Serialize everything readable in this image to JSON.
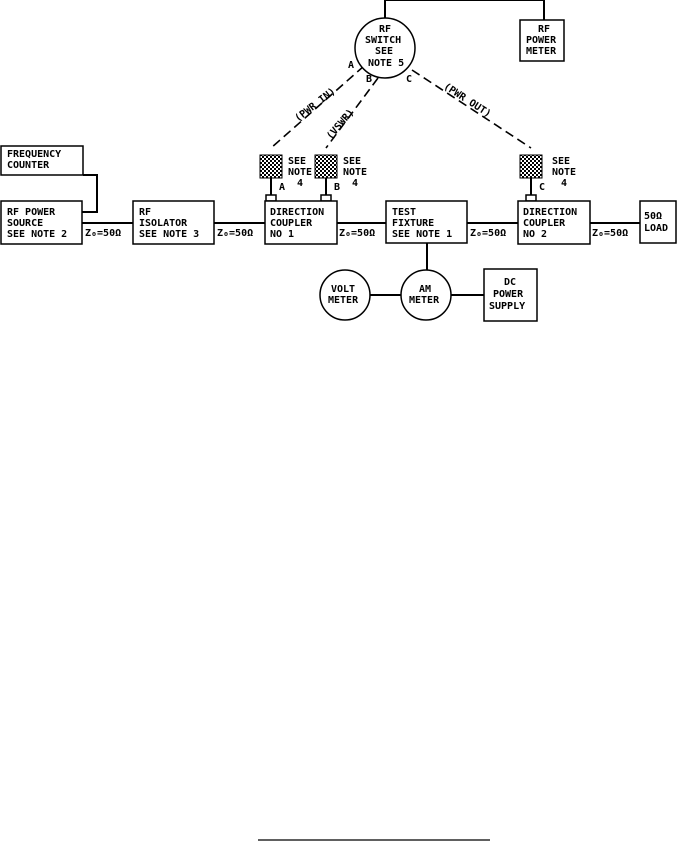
{
  "diagram": {
    "rf_power_source": [
      "RF POWER",
      "SOURCE",
      "SEE NOTE 2"
    ],
    "frequency_counter": [
      "FREQUENCY",
      "COUNTER"
    ],
    "rf_isolator": [
      "RF",
      "ISOLATOR",
      "SEE NOTE 3"
    ],
    "direction_coupler_1": [
      "DIRECTION",
      "COUPLER",
      "NO 1"
    ],
    "test_fixture": [
      "TEST",
      "FIXTURE",
      "SEE NOTE 1"
    ],
    "direction_coupler_2": [
      "DIRECTION",
      "COUPLER",
      "NO 2"
    ],
    "load": [
      "50Ω",
      "LOAD"
    ],
    "rf_switch": [
      "RF",
      "SWITCH",
      "SEE",
      "NOTE 5"
    ],
    "rf_power_meter": [
      "RF",
      "POWER",
      "METER"
    ],
    "volt_meter": [
      "VOLT",
      "METER"
    ],
    "am_meter": [
      "AM",
      "METER"
    ],
    "dc_power_supply": [
      "DC",
      "POWER",
      "SUPPLY"
    ],
    "impedance": [
      "Z₀=50Ω",
      "Z₀=50Ω",
      "Z₀=50Ω",
      "Z₀=50Ω",
      "Z₀=50Ω"
    ],
    "sensor_note": [
      "SEE",
      "NOTE",
      "4"
    ],
    "ports": [
      "A",
      "B",
      "C"
    ],
    "switch_ports": [
      "A",
      "B",
      "C"
    ],
    "path_labels": [
      "(PWR IN)",
      "(VSWR)",
      "(PWR OUT)"
    ]
  }
}
